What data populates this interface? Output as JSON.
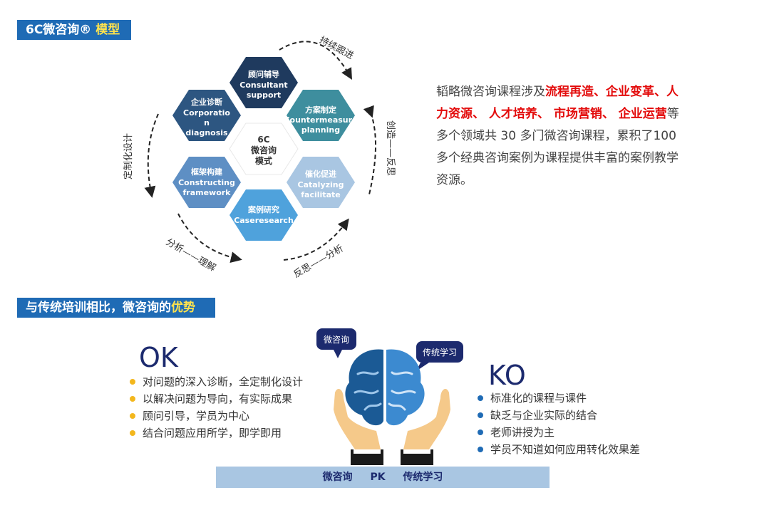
{
  "header1": {
    "text": "6C微咨询® ",
    "highlight": "模型"
  },
  "header2": {
    "text": "与传统培训相比，微咨询的",
    "highlight": "优势"
  },
  "hexagons": {
    "center": {
      "line1": "6C",
      "line2": "微咨询",
      "line3": "模式"
    },
    "consultant": {
      "zh": "顾问辅导",
      "en1": "Consultant",
      "en2": "support"
    },
    "countermeasure": {
      "zh": "方案制定",
      "en1": "Countermeasure",
      "en2": "planning"
    },
    "catalyzing": {
      "zh": "催化促进",
      "en1": "Catalyzing",
      "en2": "facilitate"
    },
    "caseresearch": {
      "zh": "案例研究",
      "en1": "Caseresearch"
    },
    "framework": {
      "zh": "框架构建",
      "en1": "Constructing",
      "en2": "framework"
    },
    "corporation": {
      "zh": "企业诊断",
      "en1": "Corporatio",
      "en2": "n",
      "en3": "diagnosis"
    }
  },
  "cycle_labels": {
    "top": "持续跟进",
    "right": "创造——反思",
    "bottom_right": "反思——分析",
    "bottom_left": "分析——理解",
    "left": "定制化设计"
  },
  "description": {
    "p1": "韬略微咨询课程涉及",
    "red1": "流程再造、企业变革、人力资源、 人才培养、 市场营销、 企业运营",
    "p2": "等多个领域共 30 多门微咨询课程，累积了100多个经典咨询案例为课程提供丰富的案例教学资源。"
  },
  "ok": {
    "title": "OK",
    "items": [
      "对问题的深入诊断，全定制化设计",
      "以解决问题为导向，有实际成果",
      "顾问引导，学员为中心",
      "结合问题应用所学，即学即用"
    ]
  },
  "ko": {
    "title": "KO",
    "items": [
      "标准化的课程与课件",
      "缺乏与企业实际的结合",
      "老师讲授为主",
      "学员不知道如何应用转化效果差"
    ]
  },
  "bubbles": {
    "left": "微咨询",
    "right": "传统学习"
  },
  "pk_bar": {
    "left": "微咨询",
    "mid": "PK",
    "right": "传统学习"
  },
  "colors": {
    "header_bg": "#1f6bb5",
    "highlight": "#ffe34d",
    "dark_navy": "#1f3a5e",
    "teal": "#3e8e9e",
    "light_blue": "#a9c6e2",
    "mid_blue": "#5e8fc4",
    "bright_blue": "#4fa2dc",
    "red": "#e30b0b",
    "bullet_ok": "#f3b71d",
    "bullet_ko": "#1f6bb5",
    "hand": "#f5c98a",
    "brain_dark": "#1b5a95",
    "brain_light": "#3c8ad0"
  }
}
